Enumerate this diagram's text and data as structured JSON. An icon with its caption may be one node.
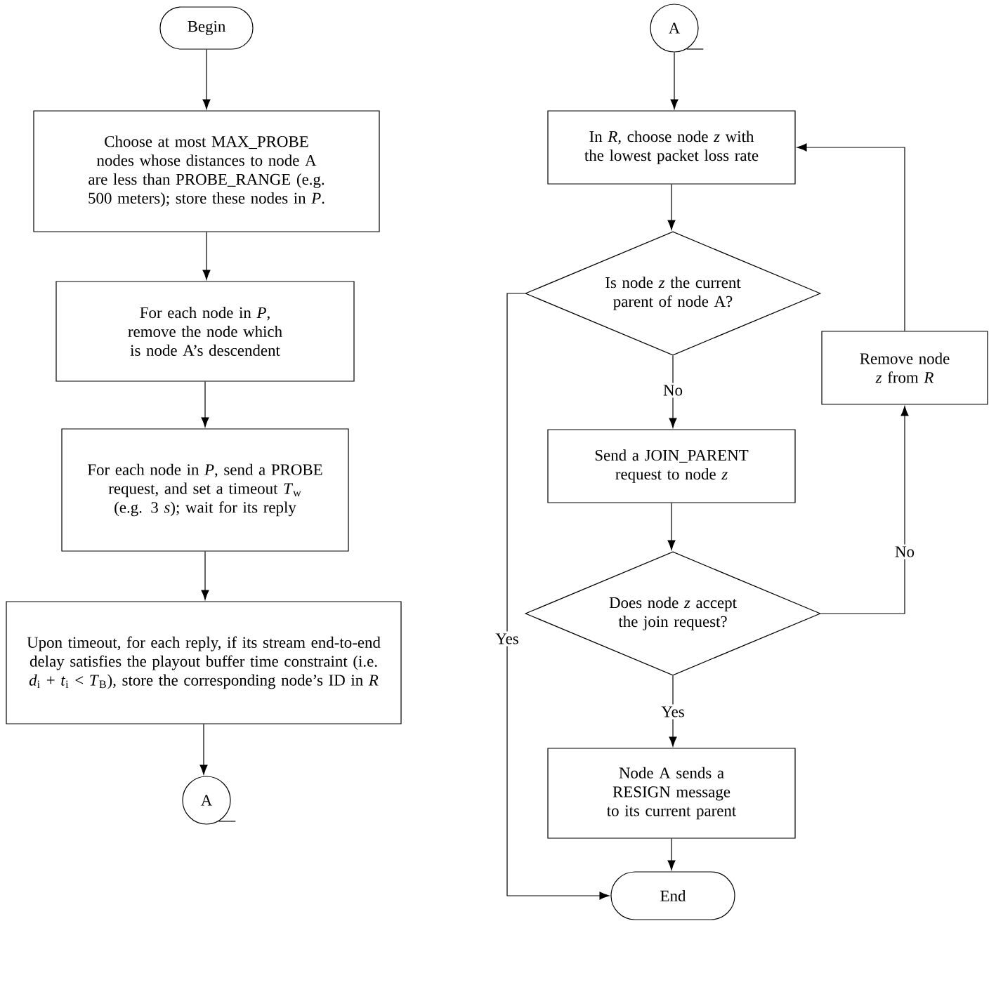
{
  "diagram": {
    "nodes": [
      {
        "text": [
          "Begin"
        ]
      },
      {
        "text": [
          "Choose at most MAX_PROBE nodes whose distances to node A are less than PROBE_RANGE (e.g. 500 meters); store these nodes in *P*."
        ]
      },
      {
        "text": [
          "For each node in *P*, remove the node which is node A’s descendent"
        ]
      },
      {
        "text": [
          "For each node in *P*, send a PROBE request, and set a timeout *T*$_{w}$ (e.g. 3 *s*); wait for its reply"
        ]
      },
      {
        "text": [
          "Upon timeout, for each reply, if its stream end-to-end delay satisfies the playout buffer time constraint (i.e. *d*$_{i}$ + *t*$_{i}$ < *T*$_{B}$), store the corresponding node’s ID in *R*"
        ]
      },
      {
        "text": [
          "A"
        ]
      },
      {
        "text": [
          "A"
        ]
      },
      {
        "text": [
          "In *R,* choose node *z* with the lowest packet loss rate"
        ]
      },
      {
        "text": [
          "Is node *z* the current parent of node A?"
        ]
      },
      {
        "text": [
          "Remove node *z* from *R*"
        ]
      },
      {
        "text": [
          "Send a JOIN_PARENT request to node *z*"
        ]
      },
      {
        "text": [
          "Does node *z* accept the join request?"
        ]
      },
      {
        "text": [
          "Node A sends a RESIGN message to its current parent"
        ]
      },
      {
        "text": [
          "End"
        ]
      }
    ],
    "edges": [
      {
        "from": 0,
        "to": 1,
        "arrow": "to"
      },
      {
        "from": 1,
        "to": 2,
        "arrow": "to"
      },
      {
        "from": 2,
        "to": 3,
        "arrow": "to"
      },
      {
        "from": 3,
        "to": 4,
        "arrow": "to"
      },
      {
        "from": 4,
        "to": 5,
        "arrow": "to"
      },
      {
        "from": 6,
        "to": 7,
        "arrow": "to"
      },
      {
        "from": 7,
        "to": 8,
        "arrow": "to"
      },
      {
        "from": 8,
        "to": 10,
        "arrow": "to",
        "label": "No"
      },
      {
        "from": 8,
        "to": 13,
        "arrow": "to",
        "label": "Yes"
      },
      {
        "from": 10,
        "to": 11,
        "arrow": "to"
      },
      {
        "from": 11,
        "to": 12,
        "arrow": "to",
        "label": "Yes"
      },
      {
        "from": 11,
        "to": 9,
        "arrow": "to",
        "label": "No"
      },
      {
        "from": 9,
        "to": 7,
        "arrow": "to"
      },
      {
        "from": 12,
        "to": 13,
        "arrow": "to"
      }
    ]
  }
}
